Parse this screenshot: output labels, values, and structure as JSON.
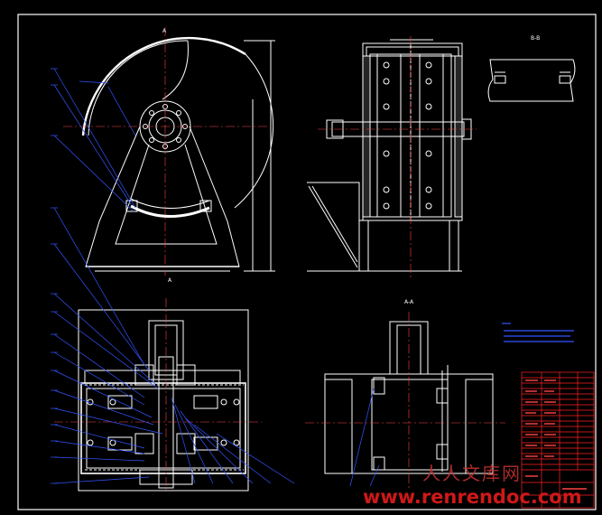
{
  "drawing": {
    "background": "#000000",
    "line_color": "#ffffff",
    "leader_color": "#3355ff",
    "centerline_color": "#ff3333",
    "title_block_color": "#ff2222",
    "notes_color": "#3355ff"
  },
  "views": {
    "top_left_section_mark_top": "A",
    "top_left_section_mark_bottom": "A",
    "right_top_title": "B-B",
    "bottom_right_title": "A-A"
  },
  "watermark": {
    "cn_text": "人人文库网",
    "url_text": "www.renrendoc.com"
  }
}
